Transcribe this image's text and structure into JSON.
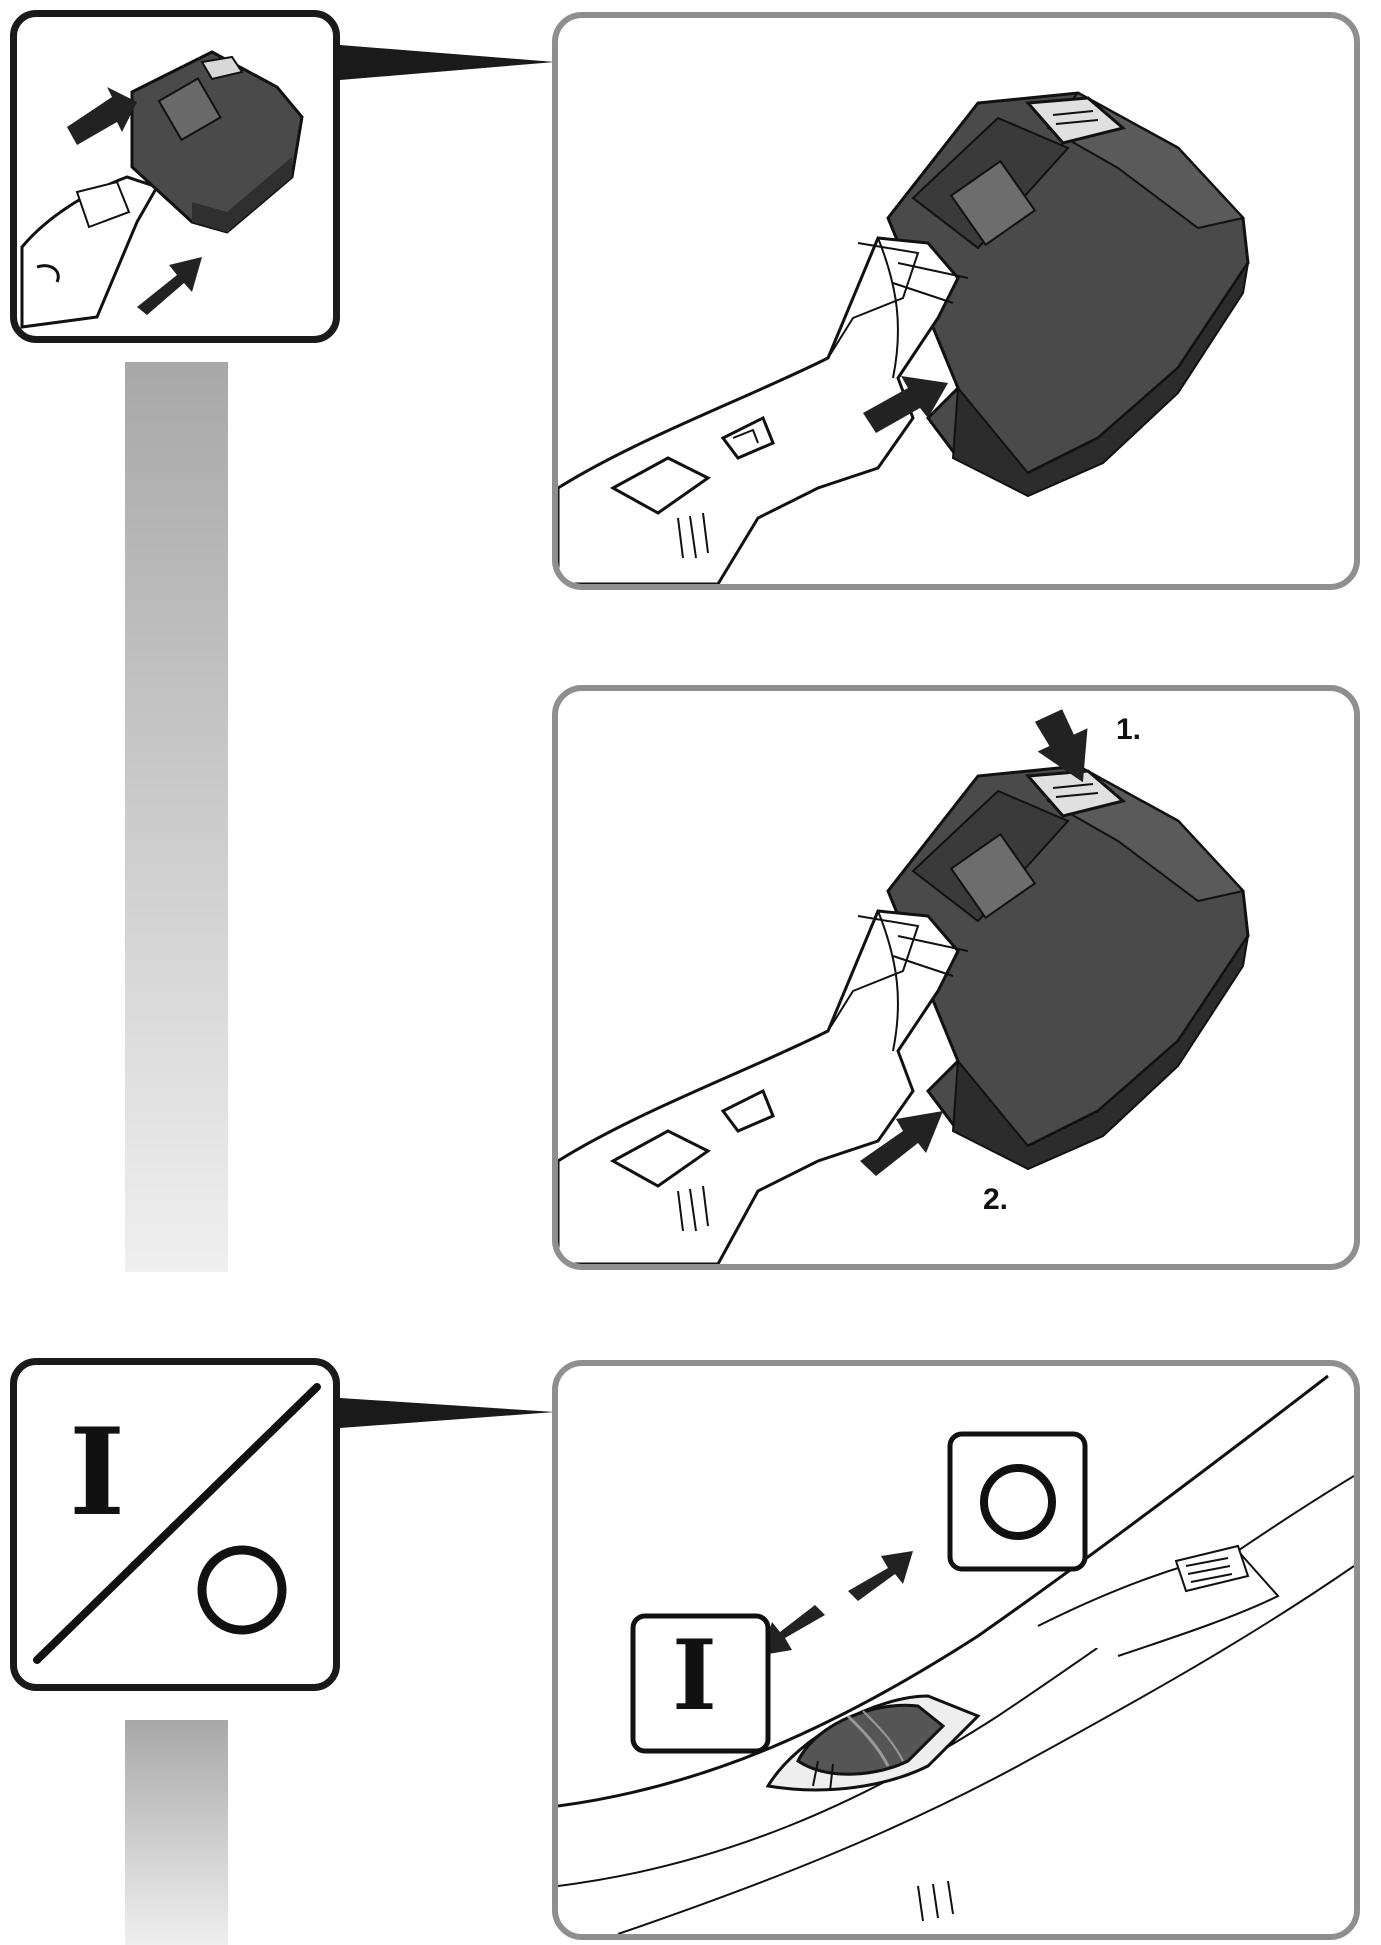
{
  "steps": {
    "step1_label": "1.",
    "step2_label": "2."
  },
  "switch": {
    "on_symbol": "I",
    "off_symbol": "O",
    "slash_symbol": "/"
  },
  "icons": {
    "insert": "battery-insert-icon",
    "release": "battery-release-icon",
    "onoff": "on-off-switch-icon"
  },
  "colors": {
    "frame_dark": "#1a1a1a",
    "frame_gray": "#8f8f8f",
    "battery": "#4a4a4a",
    "gradient_top": "#a8a8a8",
    "gradient_bottom": "#efefef"
  }
}
